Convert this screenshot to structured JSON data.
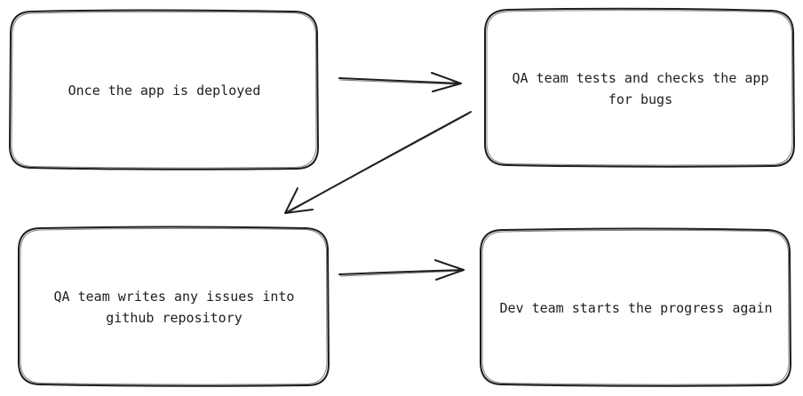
{
  "diagram": {
    "steps": [
      {
        "id": "step-1",
        "text": "Once the app is deployed"
      },
      {
        "id": "step-2",
        "text": "QA team tests and checks the app for bugs"
      },
      {
        "id": "step-3",
        "text": "QA team writes any issues into github repository"
      },
      {
        "id": "step-4",
        "text": "Dev team starts the progress again"
      }
    ],
    "edges": [
      {
        "from": "step-1",
        "to": "step-2"
      },
      {
        "from": "step-2",
        "to": "step-3"
      },
      {
        "from": "step-3",
        "to": "step-4"
      }
    ],
    "stroke_color": "#1e1e1e",
    "background_color": "#ffffff"
  }
}
